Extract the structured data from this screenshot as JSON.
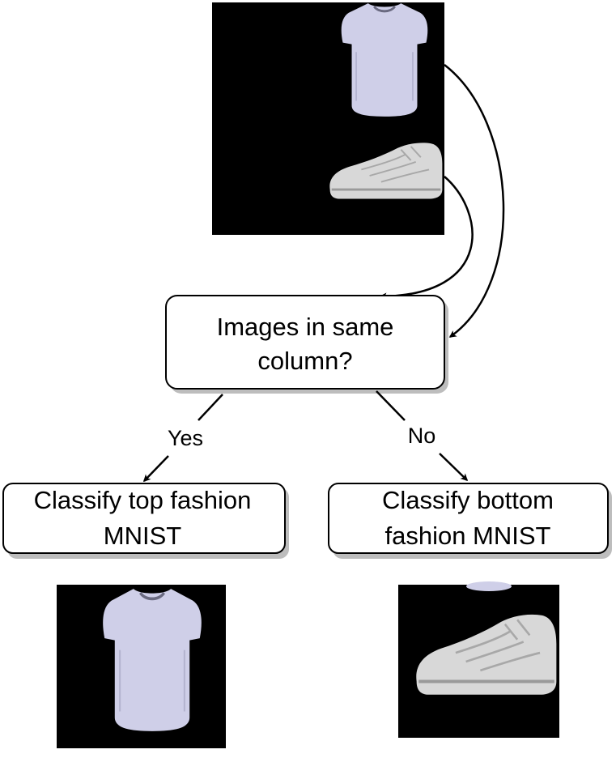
{
  "diagram": {
    "decision": {
      "line1": "Images in same",
      "line2": "column?"
    },
    "branch_yes": {
      "label": "Yes",
      "line1": "Classify top fashion",
      "line2": "MNIST"
    },
    "branch_no": {
      "label": "No",
      "line1": "Classify bottom",
      "line2": "fashion MNIST"
    },
    "images": {
      "input": [
        "t-shirt-icon",
        "sneaker-icon"
      ],
      "output_top": "t-shirt-icon",
      "output_bottom": "sneaker-icon"
    }
  },
  "colors": {
    "image_background": "#000000",
    "garment": "#cfcfe8",
    "shoe": "#d8d8d8",
    "box_border": "#000000",
    "box_shadow": "#bdbdbd"
  }
}
